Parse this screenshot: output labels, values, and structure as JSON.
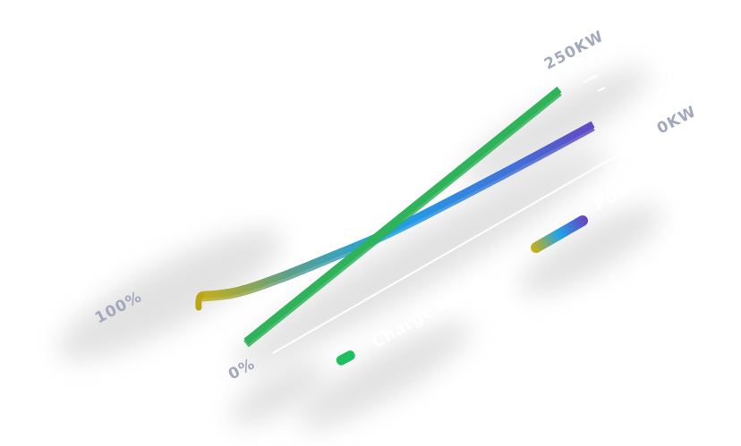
{
  "chart_data": {
    "type": "line",
    "title": "",
    "x": [
      0,
      0.05,
      0.1,
      0.15,
      0.2,
      0.3,
      0.4,
      0.5,
      0.6,
      0.7,
      0.8,
      0.9,
      1.0
    ],
    "series": [
      {
        "name": "Charge Level",
        "axis": "left",
        "unit": "%",
        "color": "#2fb35a",
        "values": [
          0,
          5,
          10,
          15,
          20,
          30,
          40,
          50,
          60,
          70,
          80,
          90,
          100
        ]
      },
      {
        "name": "Power",
        "axis": "right",
        "unit": "KW",
        "gradient": [
          "#d4b00a",
          "#1ea3e8",
          "#6b3fbf"
        ],
        "values": [
          250,
          205,
          180,
          165,
          150,
          128,
          104,
          92,
          84,
          77,
          71,
          66,
          62
        ]
      }
    ],
    "left_axis": {
      "min_label": "0%",
      "max_label": "100%",
      "range": [
        0,
        100
      ]
    },
    "right_axis": {
      "min_label": "0KW",
      "max_label": "250KW",
      "range": [
        0,
        250
      ]
    },
    "legend": [
      {
        "label": "Charge Level",
        "color": "#2fb35a"
      },
      {
        "label": "Power",
        "gradient": [
          "#d4b00a",
          "#1ea3e8",
          "#6b3fbf"
        ]
      }
    ],
    "legend_placement": "bottom"
  }
}
